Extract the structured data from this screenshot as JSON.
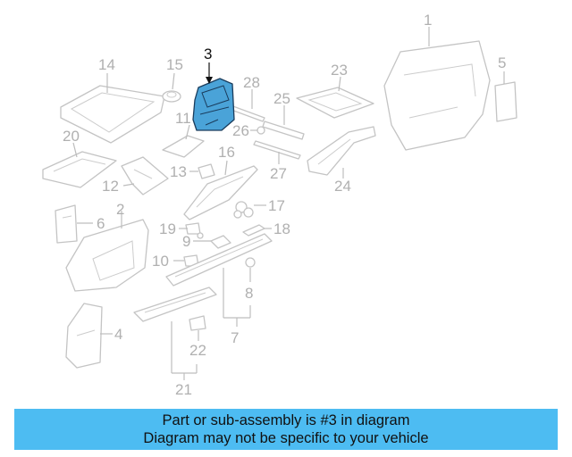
{
  "diagram": {
    "highlight_color": "#4aa3d8",
    "callouts": [
      {
        "id": "1",
        "label": "1"
      },
      {
        "id": "2",
        "label": "2"
      },
      {
        "id": "3",
        "label": "3",
        "highlighted": true
      },
      {
        "id": "4",
        "label": "4"
      },
      {
        "id": "5",
        "label": "5"
      },
      {
        "id": "6",
        "label": "6"
      },
      {
        "id": "7",
        "label": "7"
      },
      {
        "id": "8",
        "label": "8"
      },
      {
        "id": "9",
        "label": "9"
      },
      {
        "id": "10",
        "label": "10"
      },
      {
        "id": "11",
        "label": "11"
      },
      {
        "id": "12",
        "label": "12"
      },
      {
        "id": "13",
        "label": "13"
      },
      {
        "id": "14",
        "label": "14"
      },
      {
        "id": "15",
        "label": "15"
      },
      {
        "id": "16",
        "label": "16"
      },
      {
        "id": "17",
        "label": "17"
      },
      {
        "id": "18",
        "label": "18"
      },
      {
        "id": "19",
        "label": "19"
      },
      {
        "id": "20",
        "label": "20"
      },
      {
        "id": "21",
        "label": "21"
      },
      {
        "id": "22",
        "label": "22"
      },
      {
        "id": "23",
        "label": "23"
      },
      {
        "id": "24",
        "label": "24"
      },
      {
        "id": "25",
        "label": "25"
      },
      {
        "id": "26",
        "label": "26"
      },
      {
        "id": "27",
        "label": "27"
      },
      {
        "id": "28",
        "label": "28"
      }
    ]
  },
  "banner": {
    "background": "#4dbcf2",
    "line1": "Part or sub-assembly is #3 in diagram",
    "line2": "Diagram may not be specific to your vehicle"
  }
}
